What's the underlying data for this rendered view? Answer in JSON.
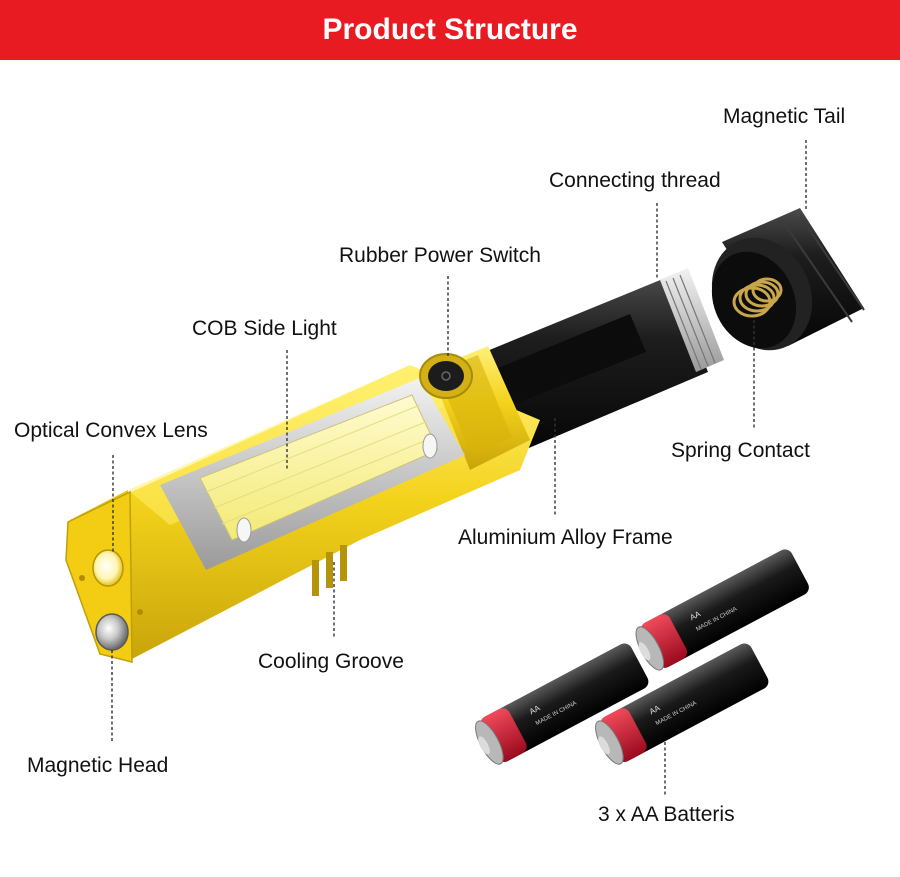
{
  "header": {
    "title": "Product Structure"
  },
  "labels": {
    "magnetic_tail": "Magnetic Tail",
    "connecting_thread": "Connecting thread",
    "rubber_power_switch": "Rubber Power Switch",
    "cob_side_light": "COB Side Light",
    "optical_convex_lens": "Optical Convex Lens",
    "spring_contact": "Spring Contact",
    "aluminium_alloy_frame": "Aluminium Alloy Frame",
    "cooling_groove": "Cooling Groove",
    "magnetic_head": "Magnetic Head",
    "batteries": "3 x AA Batteris"
  },
  "colors": {
    "banner": "#e81b22",
    "body_yellow": "#f2d21a",
    "frame_black": "#1b1b1b",
    "battery_red": "#c8102e"
  },
  "battery_print": {
    "type": "AA",
    "made_in": "MADE IN CHINA"
  }
}
